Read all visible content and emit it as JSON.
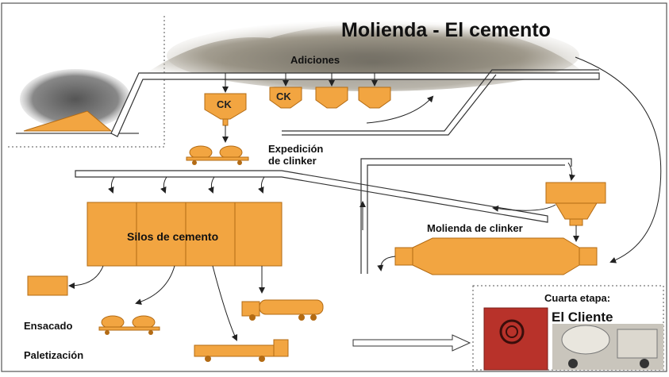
{
  "title": "Molienda - El cemento",
  "labels": {
    "adiciones": "Adiciones",
    "ck_1": "CK",
    "ck_2": "CK",
    "expedicion_1": "Expedición",
    "expedicion_2": "de clinker",
    "silos": "Silos de cemento",
    "molienda_clinker": "Molienda de clinker",
    "ensacado": "Ensacado",
    "paletizacion": "Paletización",
    "cuarta_etapa": "Cuarta etapa:",
    "el_cliente": "El Cliente"
  },
  "colors": {
    "orange": "#f2a541",
    "outline": "#b36b14",
    "line": "#333333",
    "dust": "#8c8676"
  }
}
